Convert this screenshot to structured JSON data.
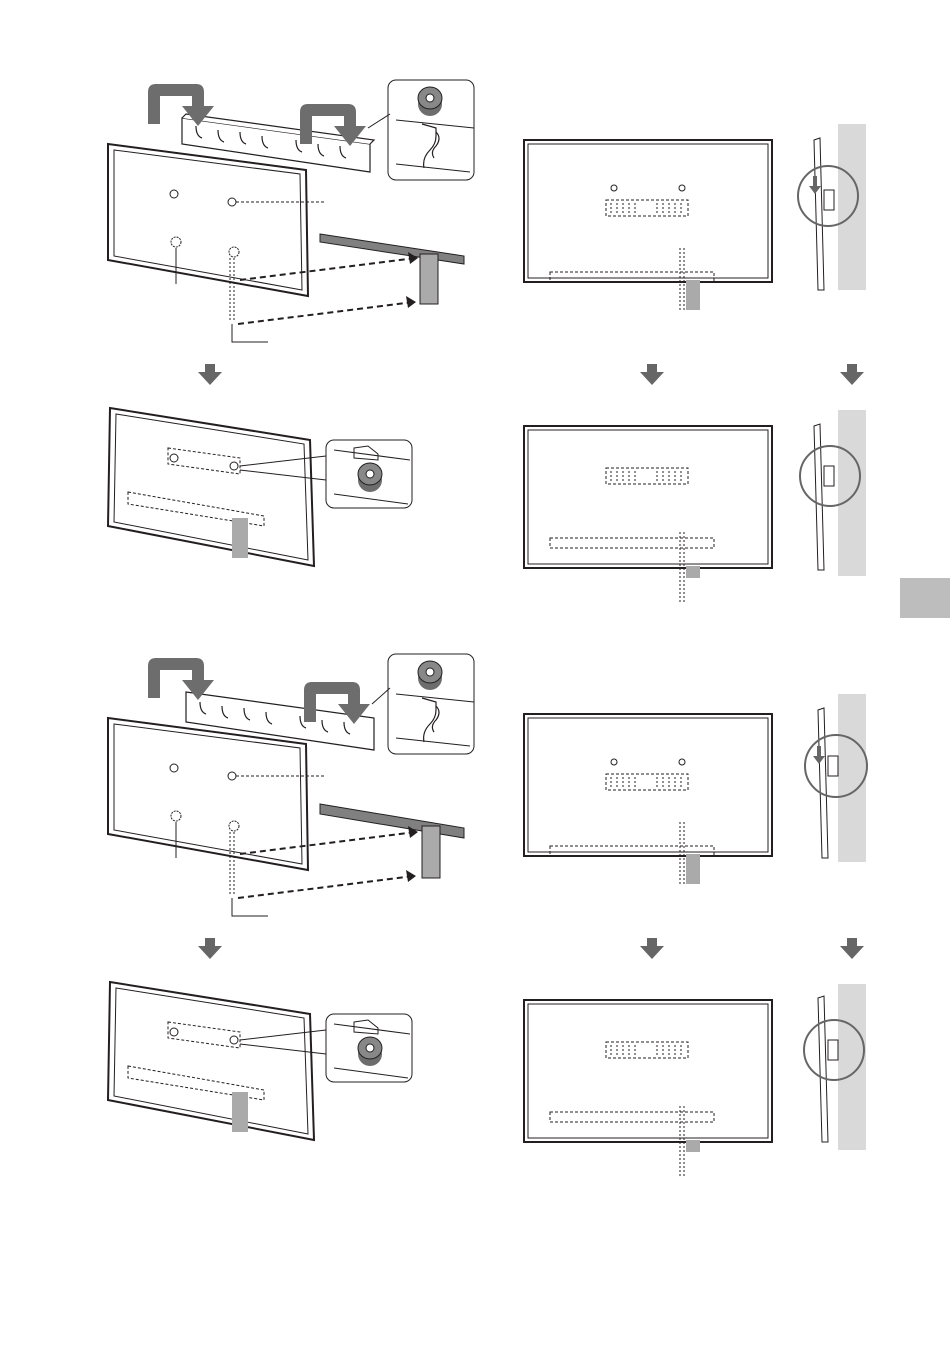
{
  "page": {
    "background": "#ffffff",
    "line_color": "#231f20",
    "fill_gray": "#808080",
    "light_gray": "#bdbdbd",
    "wall_gray": "#d9d9d9"
  },
  "side_tab": {
    "color": "#bdbdbd"
  },
  "icons": [
    "down-arrow-icon",
    "mounting-hook-icon",
    "wall-bracket-icon",
    "tv-back-panel-icon",
    "support-belt-icon",
    "wall-side-view-icon",
    "magnifier-circle-icon"
  ],
  "sections": [
    {
      "id": "installation-a",
      "steps": [
        "attach-hooks",
        "hang-on-bracket"
      ]
    },
    {
      "id": "installation-b",
      "steps": [
        "attach-hooks",
        "hang-on-bracket"
      ]
    }
  ]
}
